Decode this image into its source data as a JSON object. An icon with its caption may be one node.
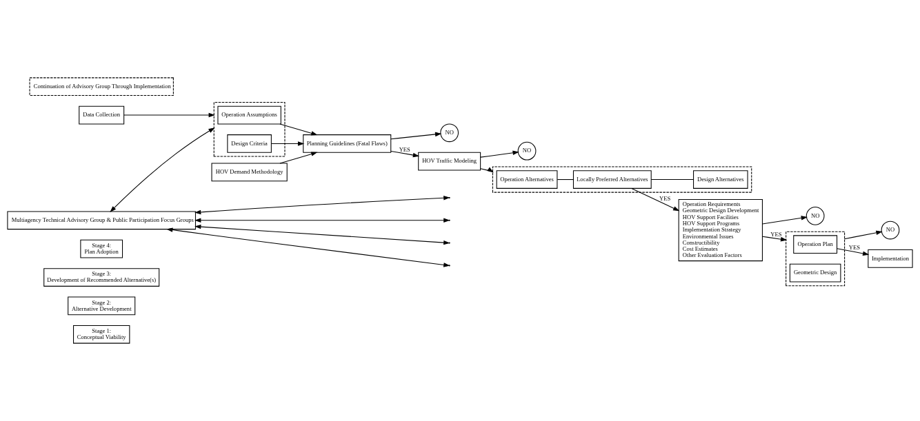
{
  "diagram": {
    "nodes": [
      {
        "text": [
          "Stage 1:",
          "Conceptual Viability"
        ]
      },
      {
        "text": [
          "Stage 2:",
          "Alternative Development"
        ]
      },
      {
        "text": [
          "Stage 3:",
          "Development of Recommended Alternative(s)"
        ]
      },
      {
        "text": [
          "Stage 4:",
          "Plan Adoption"
        ]
      },
      {
        "text": [
          "Data Collection"
        ]
      },
      {
        "text": [],
        "shape": "box"
      },
      {
        "text": [
          "Operation Assumptions"
        ],
        "in": 5
      },
      {
        "text": [
          "Design Criteria"
        ],
        "in": 5
      },
      {
        "text": [
          "HOV Demand Methodology"
        ]
      },
      {
        "text": [
          "Planning Guidelines (Fatal Flaws)"
        ]
      },
      {
        "text": [
          "NO"
        ]
      },
      {
        "text": [
          "HOV Traffic Modeling"
        ]
      },
      {
        "text": [
          "NO"
        ]
      },
      {
        "text": [],
        "shape": "box"
      },
      {
        "text": [
          "Operation Alternatives"
        ],
        "in": 13
      },
      {
        "text": [
          "Locally Preferred Alternatives"
        ],
        "in": 13
      },
      {
        "text": [
          "Design Alternatives"
        ],
        "in": 13
      },
      {
        "text": [
          "Operation Requirements",
          "Geometric Design Development",
          "HOV Support Facilities",
          "HOV Support Programs",
          "Implementation Strategy",
          "Environmental Issues",
          "Constructibility",
          "Cost Estimates",
          "Other Evaluation Factors"
        ]
      },
      {
        "text": [
          "NO"
        ]
      },
      {
        "text": [],
        "shape": "box"
      },
      {
        "text": [
          "Operation Plan"
        ],
        "in": 19
      },
      {
        "text": [
          "Geometric Design"
        ],
        "in": 19
      },
      {
        "text": [
          "NO"
        ]
      },
      {
        "text": [
          "Implementation"
        ]
      },
      {
        "text": [
          "Multiagency Technical Advisory Group & Public Participation Focus Groups"
        ]
      },
      {
        "text": [
          "Continuation of Advisory Group Through Implementation"
        ]
      }
    ],
    "edges": [
      {
        "from": 4,
        "to": 5,
        "arrow": "to"
      },
      {
        "from": 6,
        "to": 9,
        "arrow": "to"
      },
      {
        "from": 7,
        "to": 9,
        "arrow": "to"
      },
      {
        "from": 8,
        "to": 9,
        "arrow": "to"
      },
      {
        "from": 9,
        "to": 10,
        "arrow": "to"
      },
      {
        "from": 9,
        "to": 11,
        "label": "YES",
        "arrow": "to"
      },
      {
        "from": 11,
        "to": 12,
        "arrow": "to"
      },
      {
        "from": 11,
        "to": 13,
        "arrow": "to"
      },
      {
        "from": 14,
        "to": 15,
        "arrow": "none"
      },
      {
        "from": 15,
        "to": 16,
        "arrow": "none"
      },
      {
        "from": 15,
        "to": 17,
        "label": "YES",
        "arrow": "to"
      },
      {
        "from": 17,
        "to": 18,
        "arrow": "to"
      },
      {
        "from": 17,
        "to": 19,
        "label": "YES",
        "arrow": "to"
      },
      {
        "from": 19,
        "to": 22,
        "arrow": "to"
      },
      {
        "from": 20,
        "to": 23,
        "label": "YES",
        "arrow": "to"
      },
      {
        "from": 24,
        "to": 5,
        "arrow": "both"
      },
      {
        "from": 24,
        "to": null,
        "arrow": "both"
      },
      {
        "from": 24,
        "to": null,
        "arrow": "both"
      },
      {
        "from": 24,
        "to": null,
        "arrow": "both"
      },
      {
        "from": 24,
        "to": null,
        "arrow": "both"
      }
    ]
  }
}
